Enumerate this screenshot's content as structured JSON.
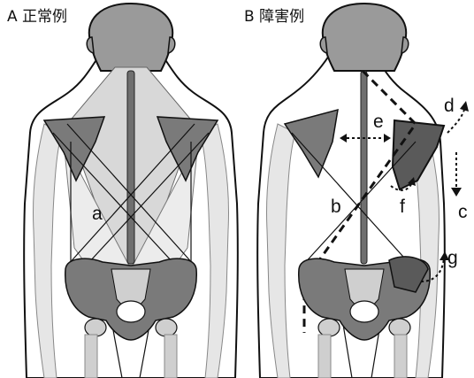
{
  "panels": {
    "normal": {
      "label": "A 正常例"
    },
    "disorder": {
      "label": "B 障害例"
    }
  },
  "labels": {
    "a": "a",
    "b": "b",
    "c": "c",
    "d": "d",
    "e": "e",
    "f": "f",
    "g": "g"
  },
  "colors": {
    "ink": "#111111",
    "head_fill": "#9a9a9a",
    "skin": "#ffffff",
    "bone_dark": "#7a7a7a",
    "bone_light": "#cfcfcf",
    "muscle": "#e0e0e0",
    "spine": "#6f6f6f"
  }
}
